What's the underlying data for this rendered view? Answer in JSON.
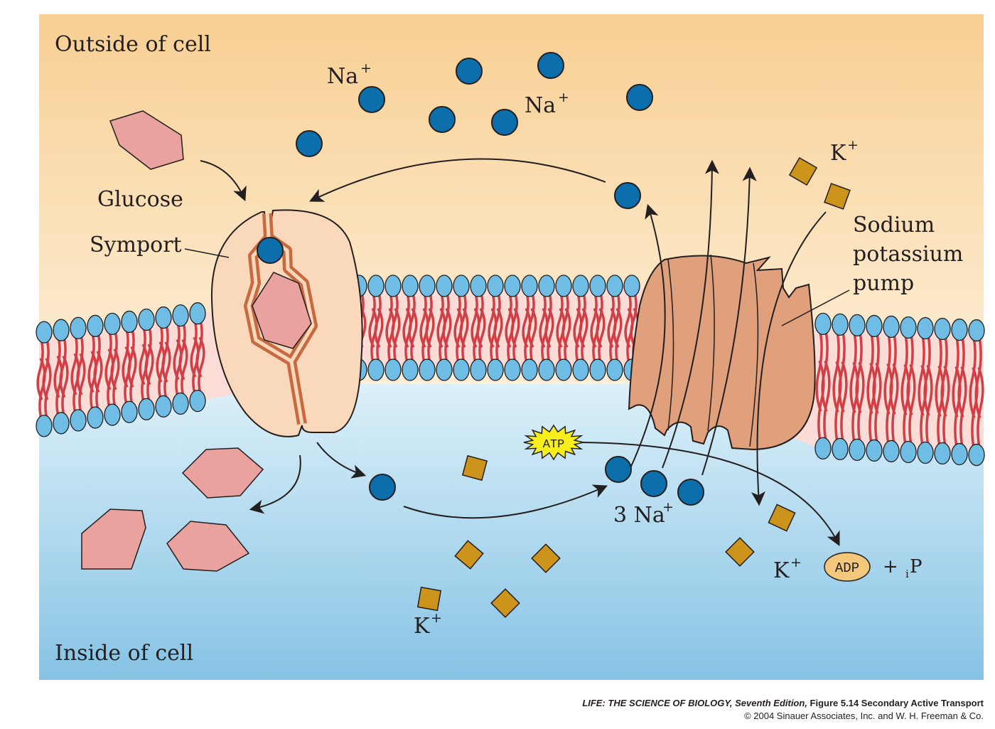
{
  "labels": {
    "outside": "Outside of cell",
    "inside": "Inside of cell",
    "glucose": "Glucose",
    "symport": "Symport",
    "pump_line1": "Sodium",
    "pump_line2": "potassium",
    "pump_line3": "pump",
    "na": "Na",
    "k": "K",
    "plus": "+",
    "three_na": "3 Na",
    "atp": "ATP",
    "adp": "ADP",
    "plus_sign": "+",
    "pi_p": "P",
    "pi_i": "i"
  },
  "credit": {
    "book": "LIFE: THE SCIENCE OF BIOLOGY",
    "edition": ", Seventh Edition,",
    "figure": " Figure 5.14 Secondary Active Transport",
    "copyright": "© 2004 Sinauer Associates, Inc. and W. H. Freeman & Co."
  },
  "colors": {
    "outside_top": "#f8cf93",
    "outside_bottom": "#fdf1dc",
    "inside_top": "#d9eef8",
    "inside_bottom": "#86c3e4",
    "head": "#6fbde4",
    "tail": "#d23e45",
    "sodium": "#0c6fac",
    "potassium": "#cc941b",
    "glucose": "#e9a29e",
    "symport": "#f9d8bb",
    "symport_channel": "#c86a3f",
    "pump": "#dfa07b",
    "atp": "#f8ee1c",
    "adp": "#f3c77c"
  }
}
